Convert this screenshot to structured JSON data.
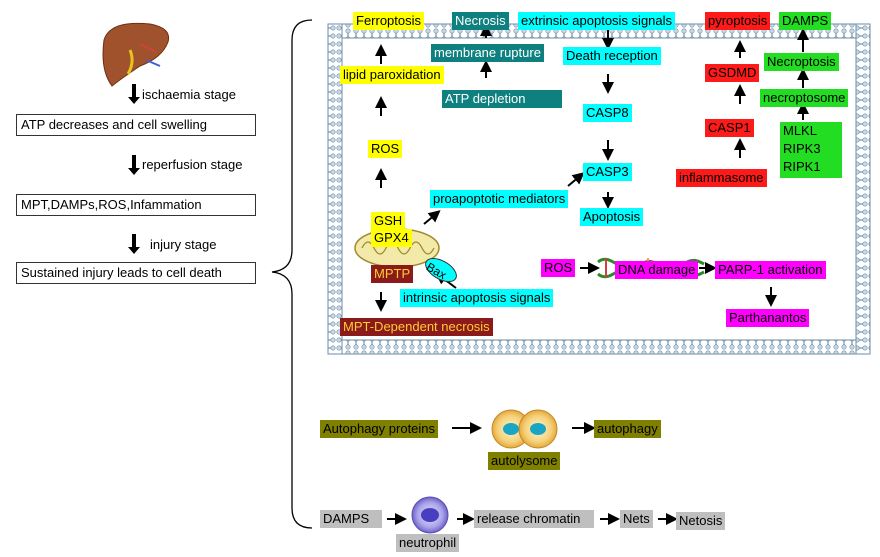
{
  "left": {
    "stage1": "ischaemia stage",
    "box1": "ATP decreases and cell swelling",
    "stage2": "reperfusion stage",
    "box2": "MPT,DAMPs,ROS,Infammation",
    "stage3": "injury stage",
    "box3": "Sustained  injury leads to cell death"
  },
  "cell": {
    "ferroptosis": "Ferroptosis",
    "lipid": "lipid paroxidation",
    "ros1": "ROS",
    "gsh": "GSH",
    "gpx4": "GPX4",
    "mptp": "MPTP",
    "bax": "Bax",
    "mpt_necrosis": "MPT-Dependent necrosis",
    "necrosis": "Necrosis",
    "membrane_rupture": "membrane  rupture",
    "atp_depletion": "ATP depletion",
    "extrinsic": "extrinsic  apoptosis signals",
    "death_reception": "Death reception",
    "casp8": "CASP8",
    "casp3": "CASP3",
    "apoptosis": "Apoptosis",
    "proapoptotic": "proapoptotic mediators",
    "intrinsic": "intrinsic  apoptosis signals",
    "pyroptosis": "pyroptosis",
    "gsdmd": "GSDMD",
    "casp1": "CASP1",
    "inflammasome": "inflammasome",
    "damps_top": "DAMPS",
    "necroptosis": "Necroptosis",
    "necroptosome": "necroptosome",
    "mlkl": "MLKL",
    "ripk3": "RIPK3",
    "ripk1": "RIPK1",
    "ros2": "ROS",
    "dna_damage": "DNA damage",
    "parp": "PARP-1 activation",
    "parthanatos": "Parthanantos"
  },
  "bottom": {
    "autophagy_proteins": "Autophagy proteins",
    "autolysome": "autolysome",
    "autophagy": "autophagy",
    "damps": "DAMPS",
    "neutrophil": "neutrophil",
    "release_chromatin": "release chromatin",
    "nets": "Nets",
    "netosis": "Netosis"
  },
  "colors": {
    "yellow": "#ffff00",
    "cyan": "#00ffff",
    "teal": "#0f8080",
    "red": "#ff1a1a",
    "green": "#22dd22",
    "magenta": "#ff00ff",
    "maroon": "#8b1a1a",
    "olive": "#808000",
    "gray": "#bfbfbf",
    "membrane": "#9ab8d0"
  }
}
